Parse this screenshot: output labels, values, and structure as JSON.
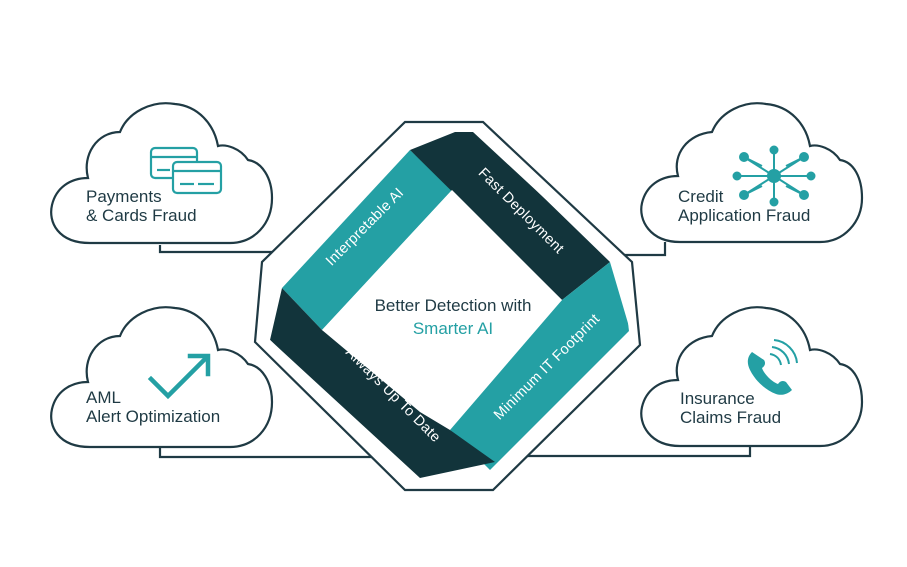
{
  "colors": {
    "teal": "#24a0a4",
    "dark": "#12343b",
    "outline": "#1f3a44",
    "accent_text": "#24a0a4"
  },
  "center": {
    "line1": "Better Detection with",
    "line2": "Smarter AI"
  },
  "bands": {
    "top_left": "Interpretable AI",
    "top_right": "Fast Deployment",
    "bottom_right": "Minimum IT Footprint",
    "bottom_left": "Always Up To Date"
  },
  "clouds": {
    "top_left": {
      "line1": "Payments",
      "line2": "& Cards Fraud",
      "icon": "credit-cards-icon"
    },
    "top_right": {
      "line1": "Credit",
      "line2": "Application Fraud",
      "icon": "network-nodes-icon"
    },
    "bottom_left": {
      "line1": "AML",
      "line2": "Alert Optimization",
      "icon": "trending-check-icon"
    },
    "bottom_right": {
      "line1": "Insurance",
      "line2": "Claims Fraud",
      "icon": "phone-ringing-icon"
    }
  }
}
